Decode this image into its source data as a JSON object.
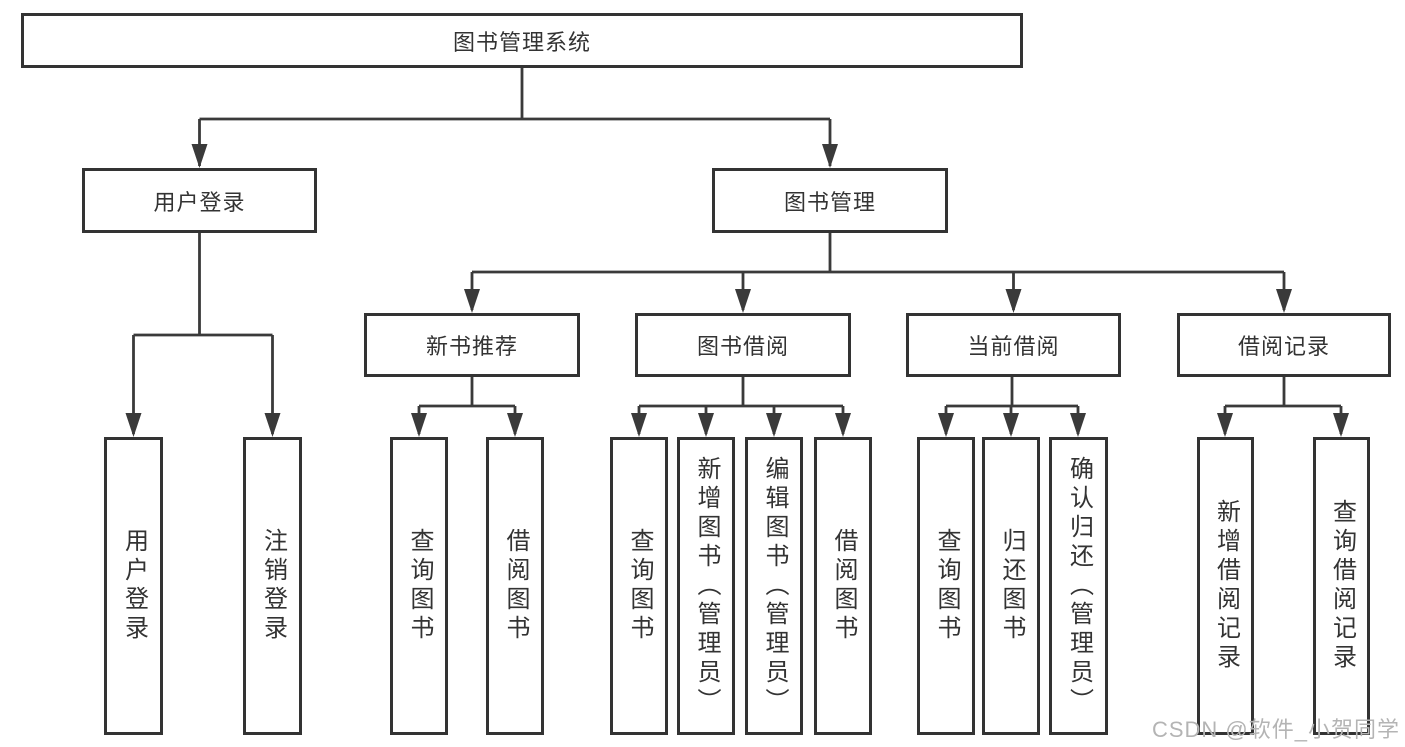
{
  "diagram": {
    "root": {
      "label": "图书管理系统"
    },
    "level2": [
      {
        "label": "用户登录"
      },
      {
        "label": "图书管理"
      }
    ],
    "level3": [
      {
        "label": "新书推荐"
      },
      {
        "label": "图书借阅"
      },
      {
        "label": "当前借阅"
      },
      {
        "label": "借阅记录"
      }
    ],
    "leaves": {
      "user": [
        "用户登录",
        "注销登录"
      ],
      "recommend": [
        "查询图书",
        "借阅图书"
      ],
      "borrow": [
        "查询图书",
        "新增图书（管理员）",
        "编辑图书（管理员）",
        "借阅图书"
      ],
      "current": [
        "查询图书",
        "归还图书",
        "确认归还（管理员）"
      ],
      "records": [
        "新增借阅记录",
        "查询借阅记录"
      ]
    }
  },
  "watermark": {
    "text": "CSDN @软件_小贺同学"
  },
  "colors": {
    "line": "#3a3a3a",
    "box_border": "#333333",
    "box_fill": "#ffffff",
    "text": "#333333",
    "watermark": "#b4b4b4",
    "background": "#ffffff"
  }
}
